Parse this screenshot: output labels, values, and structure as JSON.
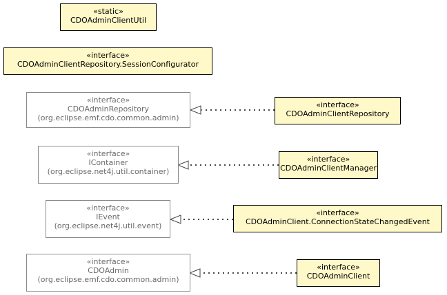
{
  "classes": {
    "admin_client_util": {
      "stereotype": "«static»",
      "name": "CDOAdminClientUtil",
      "kind": "local"
    },
    "session_configurator": {
      "stereotype": "«interface»",
      "name": "CDOAdminClientRepository.SessionConfigurator",
      "kind": "local"
    },
    "admin_repository": {
      "stereotype": "«interface»",
      "name": "CDOAdminRepository",
      "package": "(org.eclipse.emf.cdo.common.admin)",
      "kind": "external"
    },
    "admin_client_repository": {
      "stereotype": "«interface»",
      "name": "CDOAdminClientRepository",
      "kind": "local"
    },
    "icontainer": {
      "stereotype": "«interface»",
      "name": "IContainer",
      "package": "(org.eclipse.net4j.util.container)",
      "kind": "external"
    },
    "admin_client_manager": {
      "stereotype": "«interface»",
      "name": "CDOAdminClientManager",
      "kind": "local"
    },
    "ievent": {
      "stereotype": "«interface»",
      "name": "IEvent",
      "package": "(org.eclipse.net4j.util.event)",
      "kind": "external"
    },
    "connection_state_changed_event": {
      "stereotype": "«interface»",
      "name": "CDOAdminClient.ConnectionStateChangedEvent",
      "kind": "local"
    },
    "cdo_admin": {
      "stereotype": "«interface»",
      "name": "CDOAdmin",
      "package": "(org.eclipse.emf.cdo.common.admin)",
      "kind": "external"
    },
    "admin_client": {
      "stereotype": "«interface»",
      "name": "CDOAdminClient",
      "kind": "local"
    }
  },
  "relations": [
    {
      "type": "realization",
      "from": "admin_client_repository",
      "to": "admin_repository"
    },
    {
      "type": "realization",
      "from": "admin_client_manager",
      "to": "icontainer"
    },
    {
      "type": "realization",
      "from": "connection_state_changed_event",
      "to": "ievent"
    },
    {
      "type": "realization",
      "from": "admin_client",
      "to": "cdo_admin"
    }
  ],
  "colors": {
    "local_fill": "#fff8c8",
    "local_border": "#000000",
    "external_fill": "#ffffff",
    "external_border": "#8a8a8a",
    "external_text": "#6a6a6a",
    "edge": "#444444"
  }
}
